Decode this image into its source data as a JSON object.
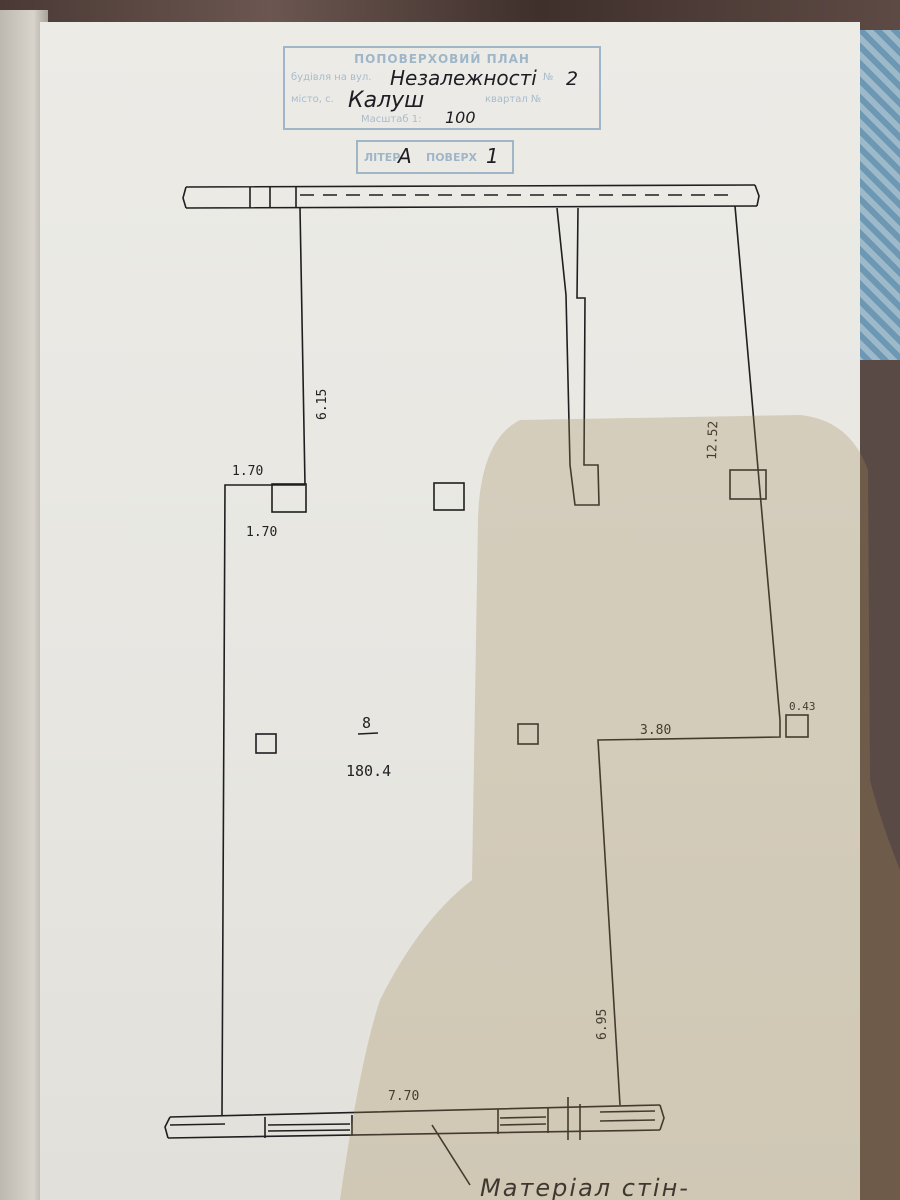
{
  "stamp": {
    "title": "ПОПОВЕРХОВИЙ ПЛАН",
    "street_label": "будівля на вул.",
    "street_value": "Незалежності",
    "number_label": "№",
    "number_value": "2",
    "city_label": "місто, с.",
    "city_value": "Калуш",
    "quarter_label": "квартал №",
    "scale_label": "Масштаб 1:",
    "scale_value": "100"
  },
  "floor_box": {
    "letter_label": "ЛІТЕР",
    "letter_value": "А",
    "floor_label": "ПОВЕРХ",
    "floor_value": "1"
  },
  "plan": {
    "room_number": "8",
    "room_area": "180.4",
    "dimensions": {
      "left_upper_wall": "6.15",
      "right_wall": "12.52",
      "step_top": "1.70",
      "step_side": "1.70",
      "inner_step": "3.80",
      "small_column": "0.43",
      "lower_right_wall": "6.95",
      "bottom_wall": "7.70"
    },
    "wall_material_note": "Матеріал стін-"
  }
}
